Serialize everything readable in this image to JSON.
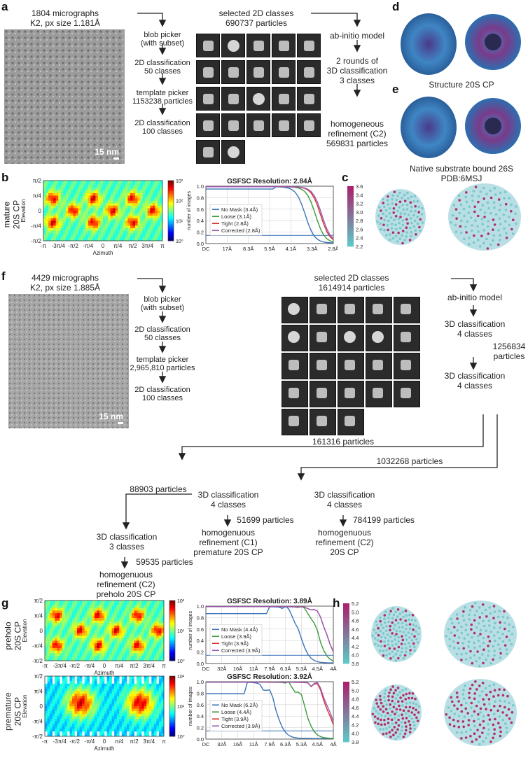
{
  "panels": {
    "a": "a",
    "b": "b",
    "c": "c",
    "d": "d",
    "e": "e",
    "f": "f",
    "g": "g",
    "h": "h"
  },
  "a": {
    "micrographs_l1": "1804 micrographs",
    "micrographs_l2": "K2, px size 1.181Å",
    "scale": "15 nm",
    "steps": [
      {
        "l1": "blob picker",
        "l2": "(with subset)"
      },
      {
        "l1": "2D classification",
        "l2": "50 classes"
      },
      {
        "l1": "template picker",
        "l2": "1153238 particles"
      },
      {
        "l1": "2D classification",
        "l2": "100 classes"
      }
    ],
    "selected_l1": "selected 2D classes",
    "selected_l2": "690737 particles",
    "right_steps": [
      {
        "l1": "ab-initio model",
        "l2": "",
        "l3": ""
      },
      {
        "l1": "2 rounds of",
        "l2": "3D classification",
        "l3": "3 classes"
      },
      {
        "l1": "homogeneous",
        "l2": "refinement (C2)",
        "l3": "569831 particles"
      }
    ]
  },
  "d": {
    "caption": "Structure 20S CP"
  },
  "e": {
    "caption_l1": "Native substrate bound 26S",
    "caption_l2": "PDB:6MSJ"
  },
  "b": {
    "side_l1": "mature",
    "side_l2": "20S CP",
    "elevation": "Elevation",
    "azimuth": "Azimuth",
    "cbar_label": "number of images",
    "yticks": [
      "π/2",
      "π/4",
      "0",
      "-π/4",
      "-π/2"
    ],
    "xticks": [
      "-π",
      "-3π/4",
      "-π/2",
      "-π/4",
      "0",
      "π/4",
      "π/2",
      "3π/4",
      "π"
    ],
    "cticks": [
      "10³",
      "10²",
      "10¹",
      "10⁰"
    ],
    "fsc_title": "GSFSC Resolution: 2.84Å",
    "fsc_xticks": [
      "DC",
      "17Å",
      "8.3Å",
      "5.5Å",
      "4.1Å",
      "3.3Å",
      "2.8Å"
    ],
    "fsc_yticks": [
      "1.0",
      "0.8",
      "0.6",
      "0.4",
      "0.2",
      "0.0"
    ],
    "legend": [
      "No Mask (3.4Å)",
      "Loose (3.1Å)",
      "Tight (2.8Å)",
      "Corrected (2.8Å)"
    ]
  },
  "c": {
    "cticks": [
      "3.6",
      "3.4",
      "3.2",
      "3.0",
      "2.8",
      "2.6",
      "2.4",
      "2.2"
    ]
  },
  "f": {
    "micrographs_l1": "4429 micrographs",
    "micrographs_l2": "K2, px size 1.885Å",
    "scale": "15 nm",
    "steps": [
      {
        "l1": "blob picker",
        "l2": "(with subset)"
      },
      {
        "l1": "2D classification",
        "l2": "50 classes"
      },
      {
        "l1": "template picker",
        "l2": "2,965,810 particles"
      },
      {
        "l1": "2D classification",
        "l2": "100 classes"
      }
    ],
    "selected_l1": "selected 2D classes",
    "selected_l2": "1614914 particles",
    "abinitio": "ab-initio model",
    "cls1_l1": "3D classification",
    "cls1_l2": "4 classes",
    "p1256834_l1": "1256834",
    "p1256834_l2": "particles",
    "cls2_l1": "3D classification",
    "cls2_l2": "4 classes",
    "p161316": "161316 particles",
    "p1032268": "1032268 particles",
    "p88903": "88903 particles",
    "mid_cls_l1": "3D classification",
    "mid_cls_l2": "4 classes",
    "right_cls_l1": "3D classification",
    "right_cls_l2": "4 classes",
    "p51699": "51699 particles",
    "p784199": "784199 particles",
    "mid_ref_l1": "homogenuous",
    "mid_ref_l2": "refinement (C1)",
    "mid_ref_l3": "premature 20S CP",
    "right_ref_l1": "homogenuous",
    "right_ref_l2": "refinement (C2)",
    "right_ref_l3": "20S CP",
    "left_cls_l1": "3D classification",
    "left_cls_l2": "3 classes",
    "p59535": "59535 particles",
    "left_ref_l1": "homogenuous",
    "left_ref_l2": "refinement (C2)",
    "left_ref_l3": "preholo 20S CP"
  },
  "g": {
    "top": {
      "side_l1": "preholo",
      "side_l2": "20S CP",
      "fsc_title": "GSFSC Resolution: 3.89Å",
      "legend": [
        "No Mask (4.4Å)",
        "Loose (3.9Å)",
        "Tight (3.9Å)",
        "Corrected (3.9Å)"
      ],
      "cticks": [
        "10²",
        "10¹",
        "10⁰"
      ]
    },
    "bottom": {
      "side_l1": "premature",
      "side_l2": "20S CP",
      "fsc_title": "GSFSC Resolution: 3.92Å",
      "legend": [
        "No Mask (6.2Å)",
        "Loose (4.4Å)",
        "Tight (3.9Å)",
        "Corrected (3.9Å)"
      ],
      "cticks": [
        "10²",
        "10¹",
        "10⁰"
      ]
    },
    "elevation": "Elevation",
    "azimuth": "Azimuth",
    "cbar_label": "number of images",
    "yticks": [
      "π/2",
      "π/4",
      "0",
      "-π/4",
      "-π/2"
    ],
    "xticks": [
      "-π",
      "-3π/4",
      "-π/2",
      "-π/4",
      "0",
      "π/4",
      "π/2",
      "3π/4",
      "π"
    ],
    "fsc_xticks": [
      "DC",
      "32Å",
      "16Å",
      "11Å",
      "7.9Å",
      "6.3Å",
      "5.3Å",
      "4.5Å",
      "4Å"
    ],
    "fsc_yticks": [
      "1.0",
      "0.8",
      "0.6",
      "0.4",
      "0.2",
      "0.0"
    ]
  },
  "h": {
    "cticks": [
      "5.2",
      "5.0",
      "4.8",
      "4.6",
      "4.4",
      "4.2",
      "4.0",
      "3.8"
    ]
  },
  "colors": {
    "nomask": "#3a74b8",
    "loose": "#3c9a3c",
    "tight": "#d2312f",
    "corrected": "#9a5bb5",
    "threshold": "#3a74b8"
  }
}
